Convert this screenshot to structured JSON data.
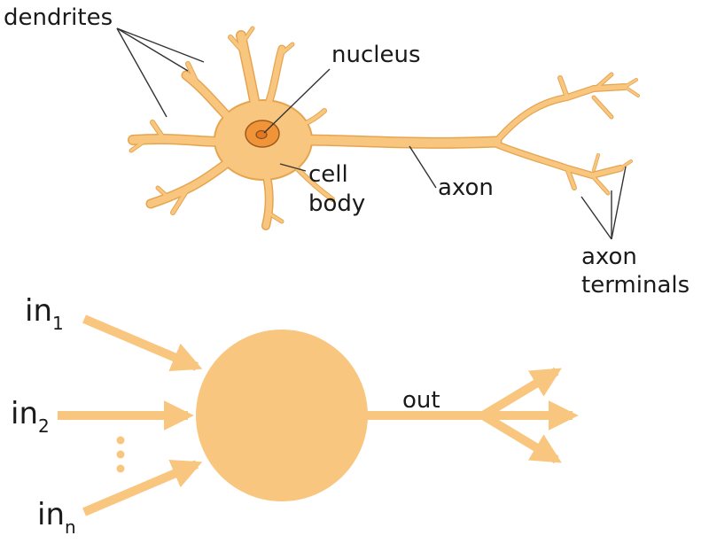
{
  "neuron": {
    "labels": {
      "dendrites": "dendrites",
      "nucleus": "nucleus",
      "cell_body_line1": "cell",
      "cell_body_line2": "body",
      "axon": "axon",
      "axon_terminals_line1": "axon",
      "axon_terminals_line2": "terminals"
    },
    "colors": {
      "cell_fill": "#f9c67f",
      "outline": "#e5a54f",
      "nucleus_fill": "#f0943a",
      "nucleolus_fill": "#e07828",
      "leader_line": "#333333"
    }
  },
  "model": {
    "inputs": [
      {
        "base": "in",
        "sub": "1"
      },
      {
        "base": "in",
        "sub": "2"
      },
      {
        "base": "in",
        "sub": "n"
      }
    ],
    "ellipsis_dots": 3,
    "output_label": "out",
    "output_branches": 3,
    "colors": {
      "node_fill": "#f9c67f",
      "arrow": "#f9c67f"
    }
  }
}
